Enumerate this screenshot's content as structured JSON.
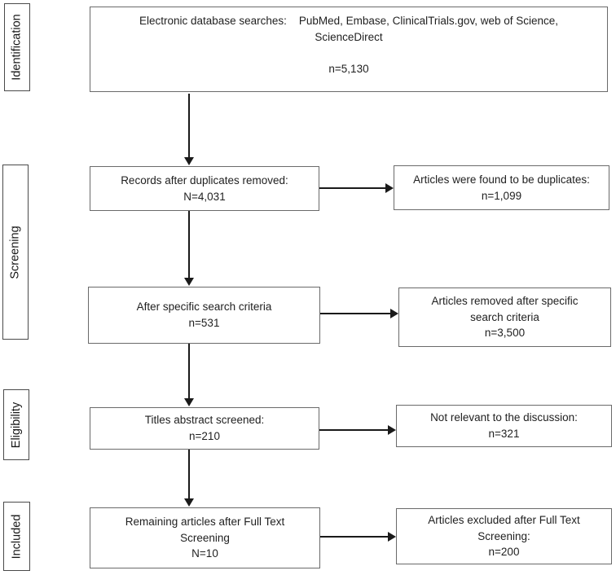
{
  "diagram": {
    "type": "prisma-flow",
    "colors": {
      "background": "#ffffff",
      "box_border": "#6a6a6a",
      "stage_border": "#4a4a4a",
      "arrow": "#1a1a1a",
      "text": "#1f1f1f"
    },
    "stages": [
      {
        "id": "identification",
        "label": "Identification"
      },
      {
        "id": "screening",
        "label": "Screening"
      },
      {
        "id": "eligibility",
        "label": "Eligibility"
      },
      {
        "id": "included",
        "label": "Included"
      }
    ],
    "boxes": {
      "sources": {
        "text": "Electronic database searches:    PubMed, Embase, ClinicalTrials.gov, web of Science,\nScienceDirect\n\nn=5,130",
        "n": "5,130"
      },
      "dup_removed": {
        "text": "Records after duplicates removed:\nN=4,031",
        "n": "4,031"
      },
      "dup_found": {
        "text": "Articles were found to be duplicates:\nn=1,099",
        "n": "1,099"
      },
      "criteria": {
        "text": "After specific search criteria\nn=531",
        "n": "531"
      },
      "criteria_removed": {
        "text": "Articles removed after specific\nsearch criteria\nn=3,500",
        "n": "3,500"
      },
      "titles": {
        "text": "Titles abstract screened:\nn=210",
        "n": "210"
      },
      "not_relevant": {
        "text": "Not relevant to the discussion:\nn=321",
        "n": "321"
      },
      "remaining": {
        "text": "Remaining articles after Full Text\nScreening\nN=10",
        "n": "10"
      },
      "excluded": {
        "text": "Articles excluded after Full Text\nScreening:\nn=200",
        "n": "200"
      }
    }
  }
}
